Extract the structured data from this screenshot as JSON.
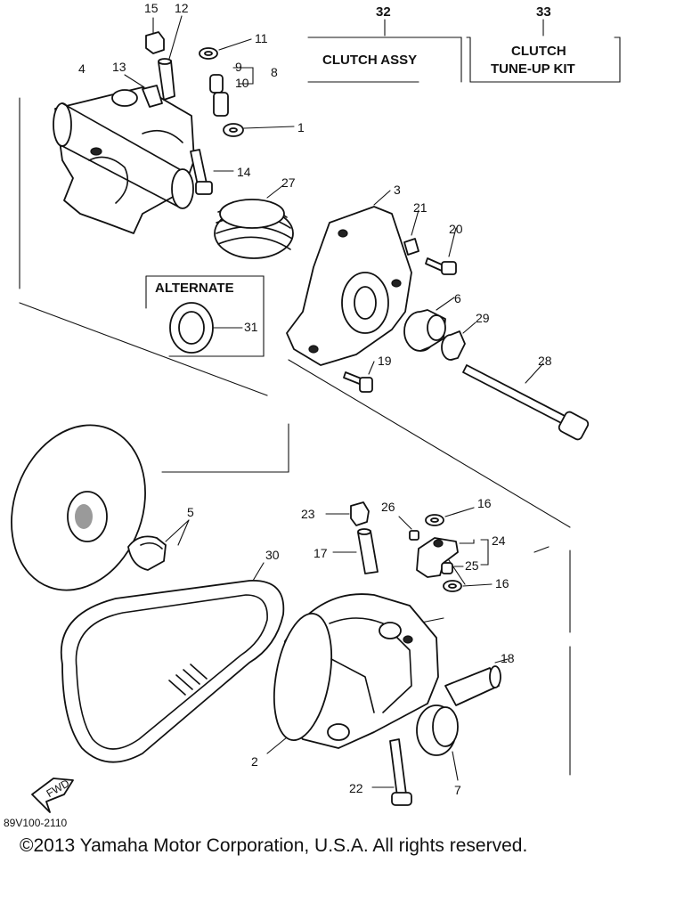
{
  "refs": {
    "r1": "1",
    "r2": "2",
    "r3": "3",
    "r4": "4",
    "r5": "5",
    "r6": "6",
    "r7": "7",
    "r8": "8",
    "r9": "9",
    "r10": "10",
    "r11": "11",
    "r12": "12",
    "r13": "13",
    "r14": "14",
    "r15": "15",
    "r16a": "16",
    "r16b": "16",
    "r17": "17",
    "r18": "18",
    "r19": "19",
    "r20": "20",
    "r21": "21",
    "r22": "22",
    "r23": "23",
    "r24": "24",
    "r25": "25",
    "r26": "26",
    "r27": "27",
    "r28": "28",
    "r29": "29",
    "r30": "30",
    "r31": "31"
  },
  "header": {
    "col32": "32",
    "col33": "33",
    "clutch_assy": "CLUTCH ASSY",
    "tune_up_line1": "CLUTCH",
    "tune_up_line2": "TUNE-UP KIT"
  },
  "alternate_label": "ALTERNATE",
  "fwd_label": "FWD",
  "diagram_code": "89V100-2110",
  "copyright": "©2013 Yamaha Motor Corporation, U.S.A. All rights reserved."
}
